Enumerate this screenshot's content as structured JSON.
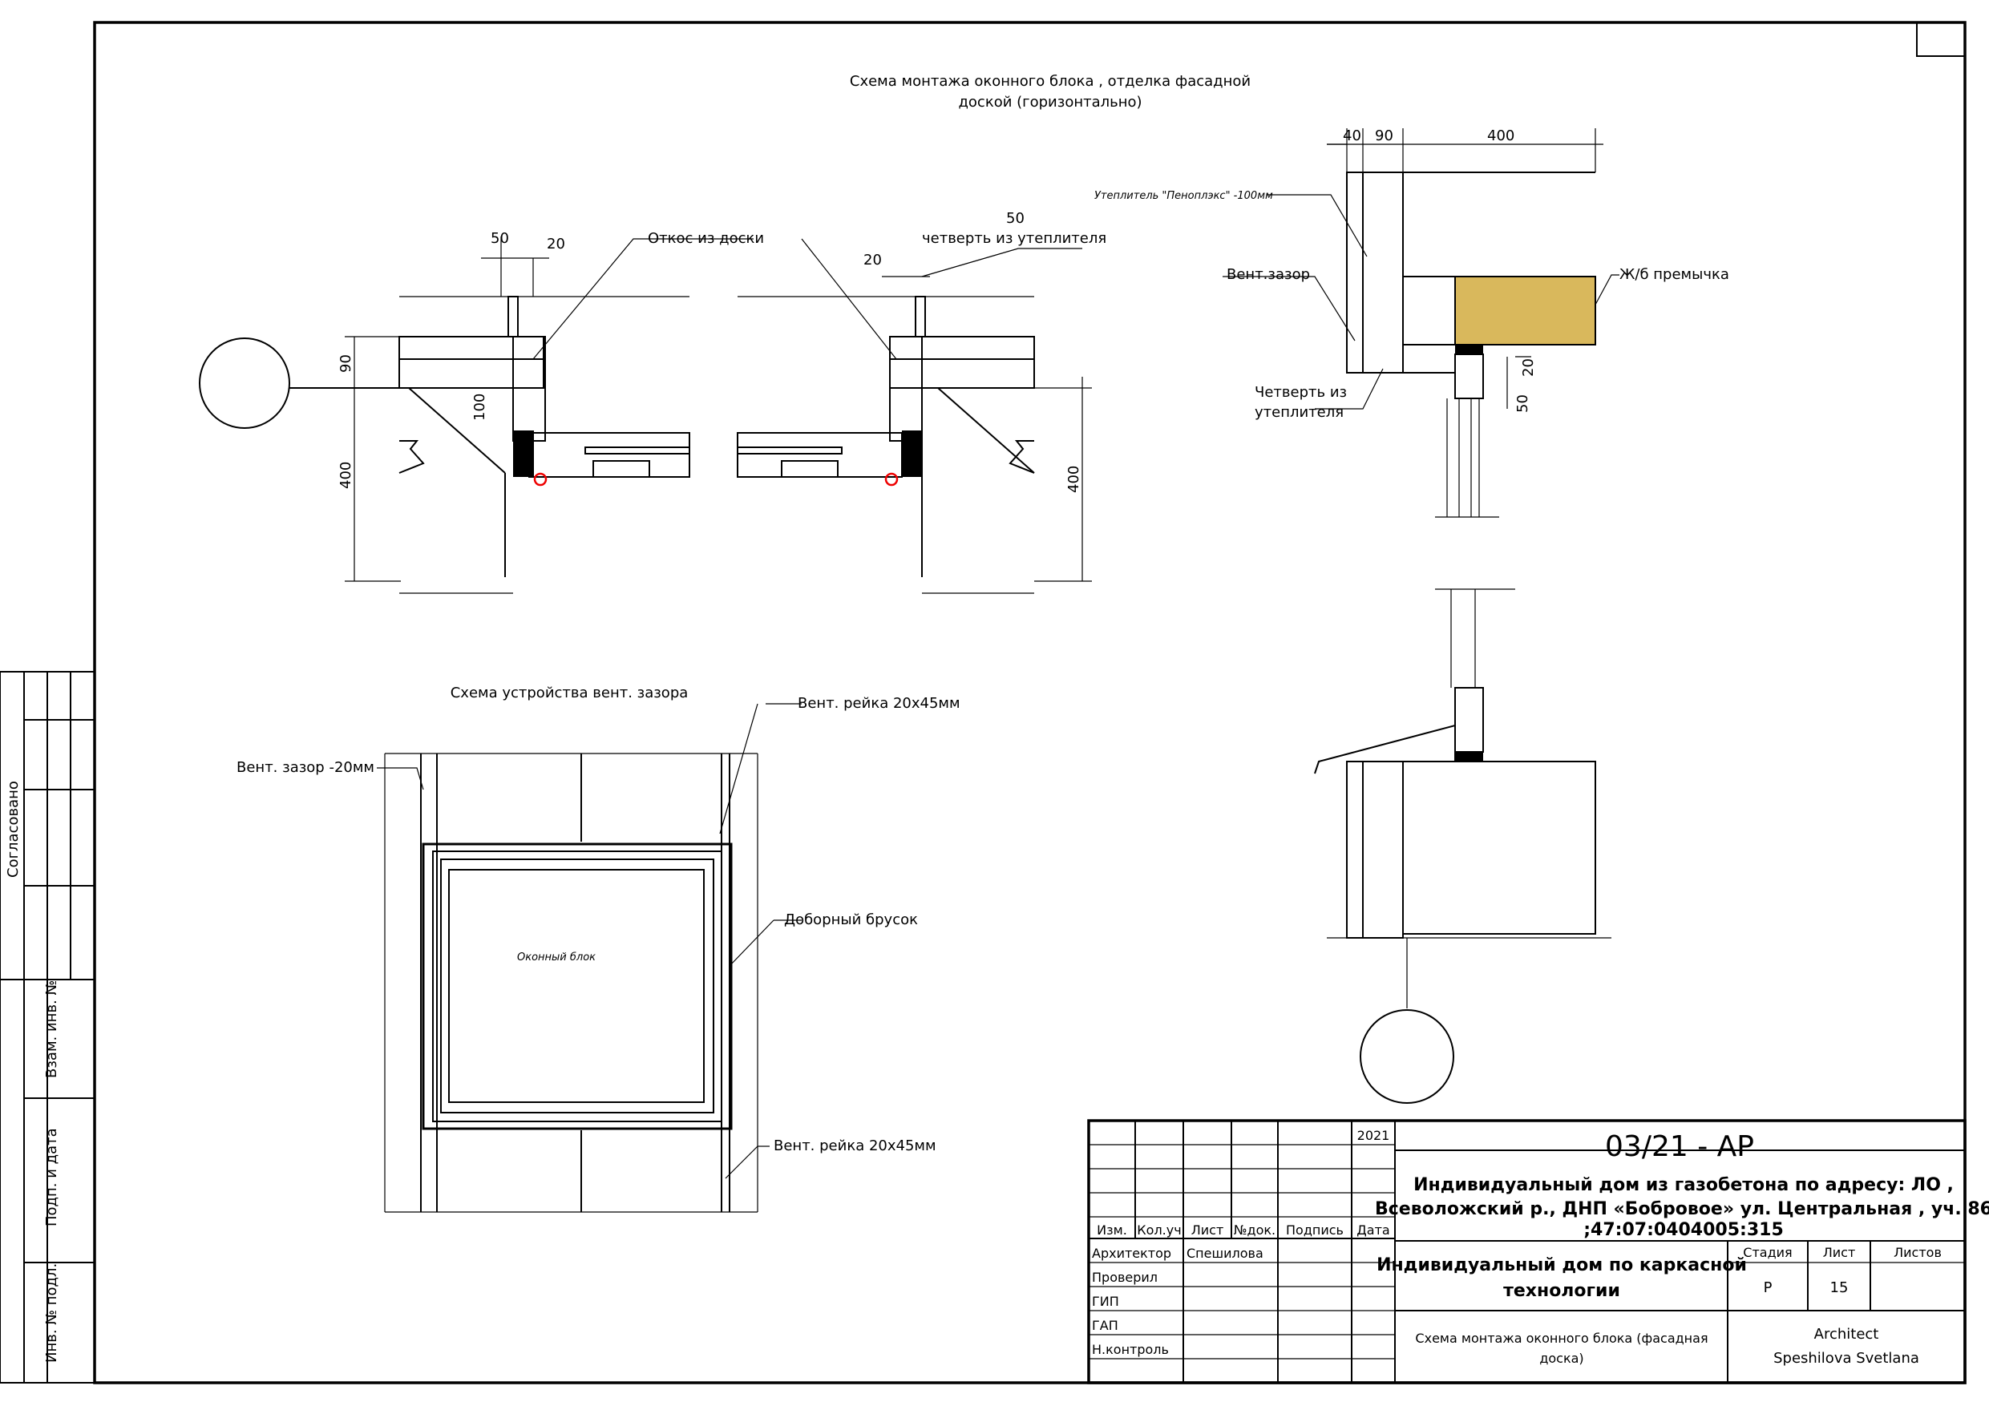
{
  "title_main": {
    "line1": "Схема монтажа оконного блока , отделка фасадной",
    "line2": "доской (горизонтально)"
  },
  "plan_left": {
    "dim_50": "50",
    "dim_20": "20",
    "dim_90": "90",
    "dim_100": "100",
    "dim_400": "400",
    "label_otkos": "Откос из доски"
  },
  "plan_right": {
    "dim_50": "50",
    "dim_20": "20",
    "dim_400": "400",
    "label_chetvert": "четверть из утеплителя"
  },
  "section": {
    "dim_40": "40",
    "dim_90": "90",
    "dim_400": "400",
    "dim_20": "20",
    "dim_50": "50",
    "label_insulation": "Утеплитель \"Пеноплэкс\" -100мм",
    "label_vent_gap": "Вент.зазор",
    "label_lintel": "Ж/б премычка",
    "label_chetvert_1": "Четверть из",
    "label_chetvert_2": "утеплителя"
  },
  "vent_scheme": {
    "title": "Схема устройства вент. зазора",
    "label_rail_top": "Вент. рейка 20х45мм",
    "label_gap": "Вент. зазор -20мм",
    "label_filler": "Доборный брусок",
    "label_rail_bottom": "Вент. рейка 20х45мм",
    "label_window": "Оконный блок"
  },
  "side_stamp": {
    "soglasovano": "Согласовано",
    "vzam_inv": "Взам. инв. №",
    "podp_data": "Подп. и дата",
    "inv_podl": "Инв. № подл."
  },
  "title_block": {
    "year": "2021",
    "doc_code": "03/21 - АР",
    "project_line1": "Индивидуальный дом из газобетона по адресу: ЛО ,",
    "project_line2": "Всеволожский р., ДНП «Бобровое»  ул. Центральная , уч. 86",
    "project_line3": ";47:07:0404005:315",
    "col_headers": [
      "Изм.",
      "Кол.уч",
      "Лист",
      "№док.",
      "Подпись",
      "Дата"
    ],
    "roles": [
      "Архитектор",
      "Проверил",
      "ГИП",
      "ГАП",
      "Н.контроль"
    ],
    "architect_name": "Спешилова",
    "building": "Индивидуальный дом по каркасной технологии",
    "building_line1": "Индивидуальный дом по каркасной",
    "building_line2": "технологии",
    "stage_label": "Стадия",
    "sheet_label": "Лист",
    "sheets_label": "Листов",
    "stage_value": "Р",
    "sheet_value": "15",
    "drawing_line1": "Схема монтажа оконного блока (фасадная",
    "drawing_line2": "доска)",
    "author_line1": "Architect",
    "author_line2": "Speshilova Svetlana"
  }
}
